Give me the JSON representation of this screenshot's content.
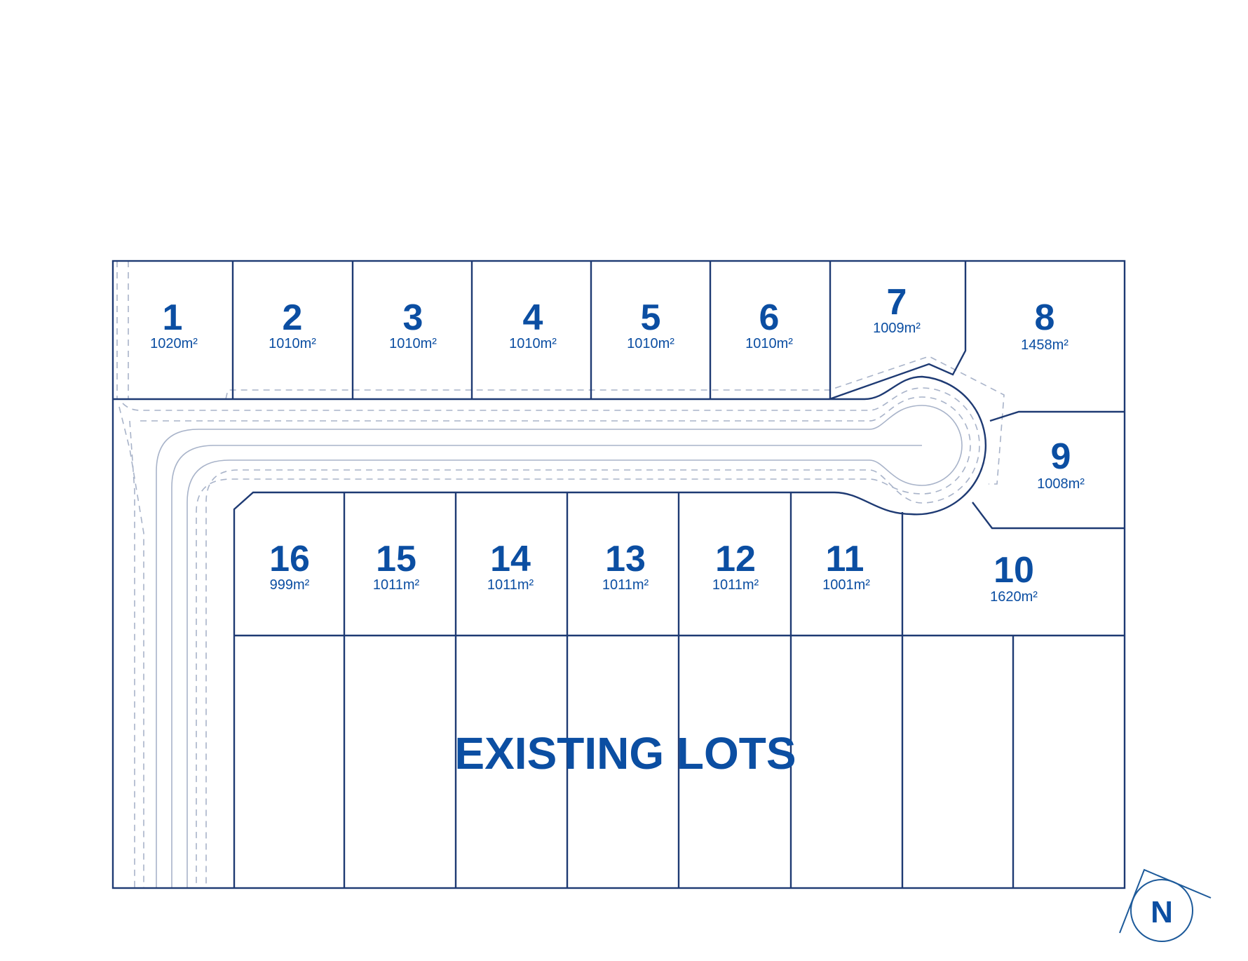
{
  "lots": [
    {
      "number": "1",
      "area": "1020m²"
    },
    {
      "number": "2",
      "area": "1010m²"
    },
    {
      "number": "3",
      "area": "1010m²"
    },
    {
      "number": "4",
      "area": "1010m²"
    },
    {
      "number": "5",
      "area": "1010m²"
    },
    {
      "number": "6",
      "area": "1010m²"
    },
    {
      "number": "7",
      "area": "1009m²"
    },
    {
      "number": "8",
      "area": "1458m²"
    },
    {
      "number": "9",
      "area": "1008m²"
    },
    {
      "number": "10",
      "area": "1620m²"
    },
    {
      "number": "11",
      "area": "1001m²"
    },
    {
      "number": "12",
      "area": "1011m²"
    },
    {
      "number": "13",
      "area": "1011m²"
    },
    {
      "number": "14",
      "area": "1011m²"
    },
    {
      "number": "15",
      "area": "1011m²"
    },
    {
      "number": "16",
      "area": "999m²"
    }
  ],
  "existing_lots_label": "EXISTING LOTS",
  "north_label": "N",
  "colors": {
    "line": "#1e3a73",
    "text": "#0b4ea2",
    "road": "#a8b3c9"
  }
}
